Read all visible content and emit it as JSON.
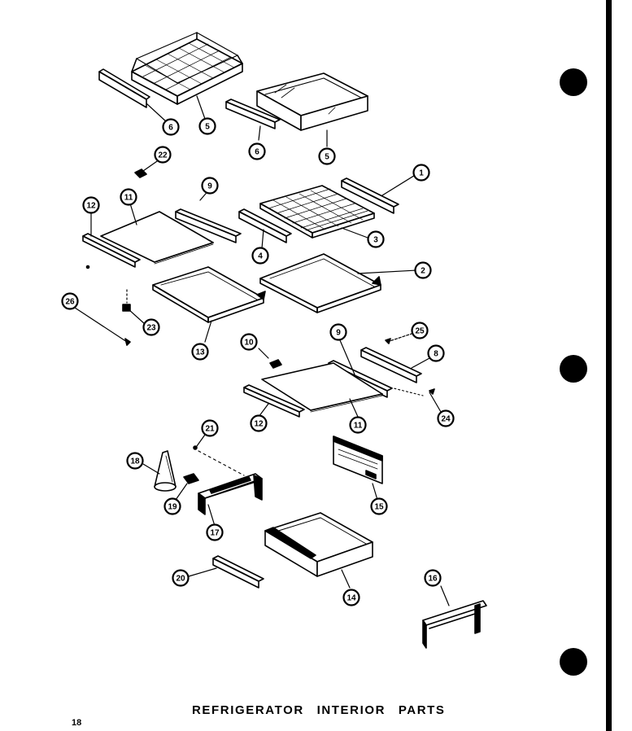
{
  "title": "REFRIGERATOR INTERIOR PARTS",
  "page_number": "18",
  "callouts": [
    {
      "id": "c6a",
      "label": "6"
    },
    {
      "id": "c5a",
      "label": "5"
    },
    {
      "id": "c6b",
      "label": "6"
    },
    {
      "id": "c5b",
      "label": "5"
    },
    {
      "id": "c22",
      "label": "22"
    },
    {
      "id": "c1",
      "label": "1"
    },
    {
      "id": "c9a",
      "label": "9"
    },
    {
      "id": "c11a",
      "label": "11"
    },
    {
      "id": "c12a",
      "label": "12"
    },
    {
      "id": "c3",
      "label": "3"
    },
    {
      "id": "c4",
      "label": "4"
    },
    {
      "id": "c2",
      "label": "2"
    },
    {
      "id": "c26",
      "label": "26"
    },
    {
      "id": "c23",
      "label": "23"
    },
    {
      "id": "c13",
      "label": "13"
    },
    {
      "id": "c10",
      "label": "10"
    },
    {
      "id": "c9b",
      "label": "9"
    },
    {
      "id": "c25",
      "label": "25"
    },
    {
      "id": "c8",
      "label": "8"
    },
    {
      "id": "c24",
      "label": "24"
    },
    {
      "id": "c12b",
      "label": "12"
    },
    {
      "id": "c11b",
      "label": "11"
    },
    {
      "id": "c21",
      "label": "21"
    },
    {
      "id": "c18",
      "label": "18"
    },
    {
      "id": "c19",
      "label": "19"
    },
    {
      "id": "c17",
      "label": "17"
    },
    {
      "id": "c15",
      "label": "15"
    },
    {
      "id": "c20",
      "label": "20"
    },
    {
      "id": "c14",
      "label": "14"
    },
    {
      "id": "c16",
      "label": "16"
    }
  ]
}
